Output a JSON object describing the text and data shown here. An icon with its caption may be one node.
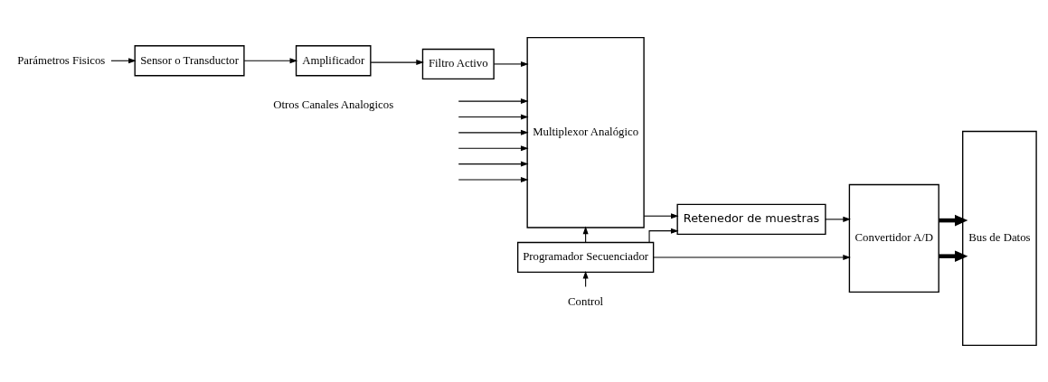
{
  "diagram": {
    "nodes": [
      {
        "text": [
          "Parámetros Fisicos"
        ]
      },
      {
        "text": [
          "Sensor o Transductor"
        ]
      },
      {
        "text": [
          "Amplificador"
        ]
      },
      {
        "text": [
          "Filtro Activo"
        ]
      },
      {
        "text": [
          "Multiplexor Analógico"
        ]
      },
      {
        "text": [
          "Retenedor de muestras"
        ]
      },
      {
        "text": [
          "Convertidor A/D"
        ]
      },
      {
        "text": [
          "Bus de Datos"
        ]
      },
      {
        "text": [
          "Programador Secuenciador"
        ]
      },
      {
        "text": [
          "Control"
        ]
      }
    ],
    "edges": [
      {
        "from": 0,
        "to": 1,
        "arrow": "to"
      },
      {
        "from": 1,
        "to": 2,
        "arrow": "to"
      },
      {
        "from": 2,
        "to": 3,
        "arrow": "to"
      },
      {
        "from": 3,
        "to": 4,
        "arrow": "to"
      },
      {
        "from": 4,
        "to": 5,
        "arrow": "to"
      },
      {
        "from": 5,
        "to": 6,
        "arrow": "to"
      },
      {
        "from": 6,
        "to": 7,
        "arrow": "to",
        "style": "thick"
      },
      {
        "from": 6,
        "to": 7,
        "arrow": "to",
        "style": "thick"
      },
      {
        "from": null,
        "to": 4,
        "arrow": "to"
      },
      {
        "from": null,
        "to": 4,
        "arrow": "to"
      },
      {
        "from": null,
        "to": 4,
        "arrow": "to"
      },
      {
        "from": null,
        "to": 4,
        "arrow": "to"
      },
      {
        "from": null,
        "to": 4,
        "arrow": "to"
      },
      {
        "from": null,
        "to": 4,
        "arrow": "to"
      },
      {
        "from": 8,
        "to": 4,
        "arrow": "to"
      },
      {
        "from": 8,
        "to": 5,
        "arrow": "to"
      },
      {
        "from": 8,
        "to": 6,
        "arrow": "to"
      },
      {
        "from": 9,
        "to": 8,
        "arrow": "to"
      }
    ],
    "labels": [
      "Otros Canales Analogicos"
    ]
  }
}
